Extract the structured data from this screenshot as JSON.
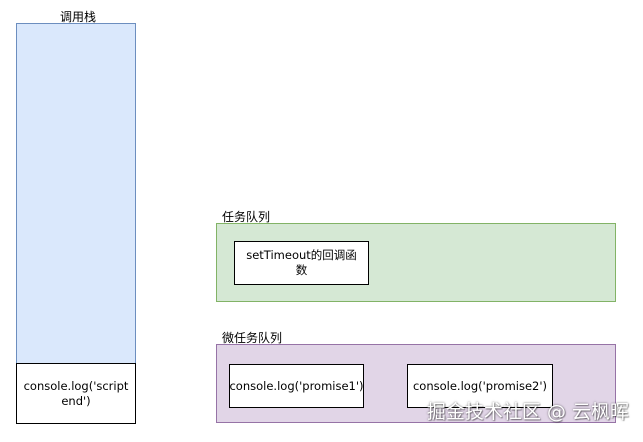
{
  "call_stack": {
    "title": "调用栈",
    "frame": "console.log('script end')"
  },
  "task_queue": {
    "title": "任务队列",
    "items": [
      "setTimeout的回调函数"
    ]
  },
  "microtask_queue": {
    "title": "微任务队列",
    "items": [
      "console.log('promise1')",
      "console.log('promise2')"
    ]
  },
  "watermark": "掘金技术社区 @ 云枫晖",
  "colors": {
    "call_stack_fill": "#dae8fc",
    "task_queue_fill": "#d5e8d4",
    "microtask_queue_fill": "#e1d5e7"
  }
}
